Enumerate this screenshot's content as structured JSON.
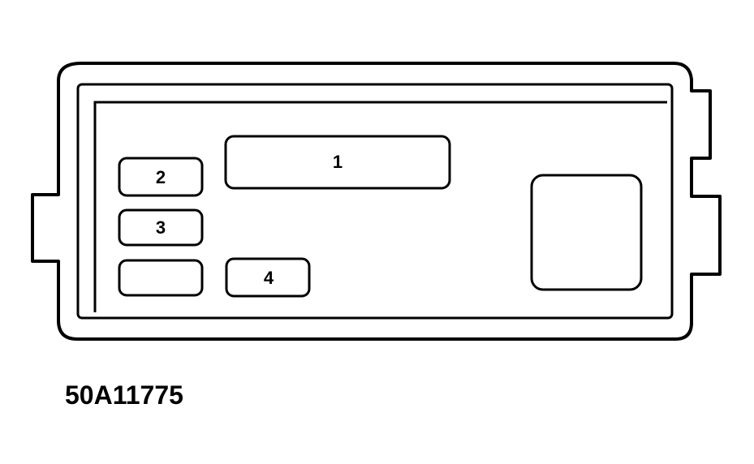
{
  "diagram": {
    "slots": [
      {
        "id": "slot-1",
        "label": "1"
      },
      {
        "id": "slot-2",
        "label": "2"
      },
      {
        "id": "slot-3",
        "label": "3"
      },
      {
        "id": "slot-4",
        "label": "4"
      }
    ],
    "figure_code": "50A11775"
  }
}
